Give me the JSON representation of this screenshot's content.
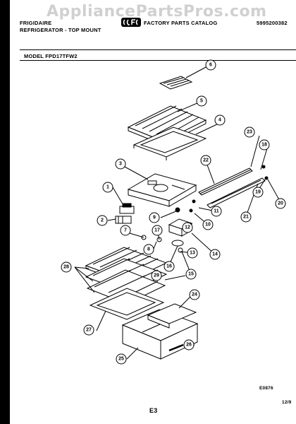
{
  "header": {
    "brand_line1": "FRIGIDAIRE",
    "brand_line2": "REFRIGERATOR - TOP MOUNT",
    "catalog_title": "FACTORY PARTS CATALOG",
    "catalog_number": "5995200382",
    "model_label": "MODEL FPD17TFW2"
  },
  "watermark": "AppliancePartsPros.com",
  "footer": {
    "code": "E0876",
    "page": "E3",
    "date_fragment": "12/9"
  },
  "colors": {
    "paper": "#ffffff",
    "ink": "#000000",
    "scanner_border": "#000000",
    "watermark": "#aaaaaa"
  },
  "callouts": [
    "1",
    "2",
    "3",
    "4",
    "5",
    "6",
    "7",
    "8",
    "9",
    "10",
    "11",
    "12",
    "13",
    "14",
    "15",
    "16",
    "17",
    "18",
    "19",
    "20",
    "21",
    "22",
    "23",
    "24",
    "25",
    "26",
    "27",
    "28",
    "29"
  ]
}
